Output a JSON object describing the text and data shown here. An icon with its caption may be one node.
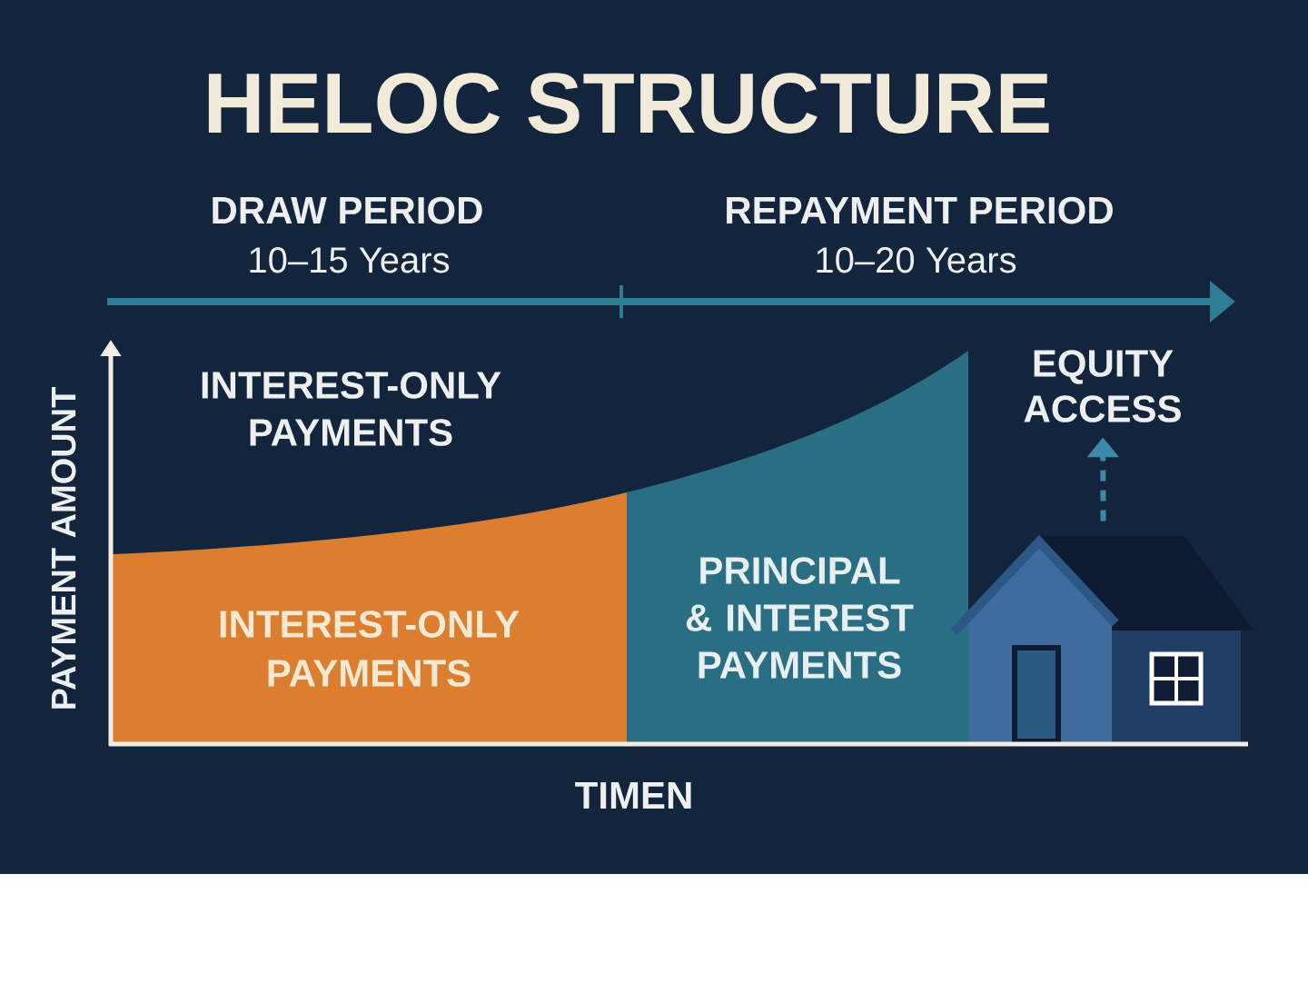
{
  "diagram": {
    "title": "HELOC STRUCTURE",
    "nodes": [
      {
        "text": [
          "INTEREST-ONLY PAYMENTS"
        ]
      },
      {
        "text": [
          "PRINCIPAL & INTEREST PAYMENTS"
        ]
      },
      {
        "text": [],
        "shape": "picture"
      },
      {
        "text": [
          "EQUITY ACCESS"
        ]
      }
    ],
    "edges": [
      {
        "from": 2,
        "to": 3,
        "arrow": "to",
        "style": "dashed"
      }
    ],
    "labels": [
      "DRAW PERIOD",
      "10–15 Years",
      "REPAYMENT PERIOD",
      "10–20 Years",
      "INTEREST-ONLY PAYMENTS",
      "PAYMENT AMOUNT",
      "TIMEN"
    ]
  }
}
